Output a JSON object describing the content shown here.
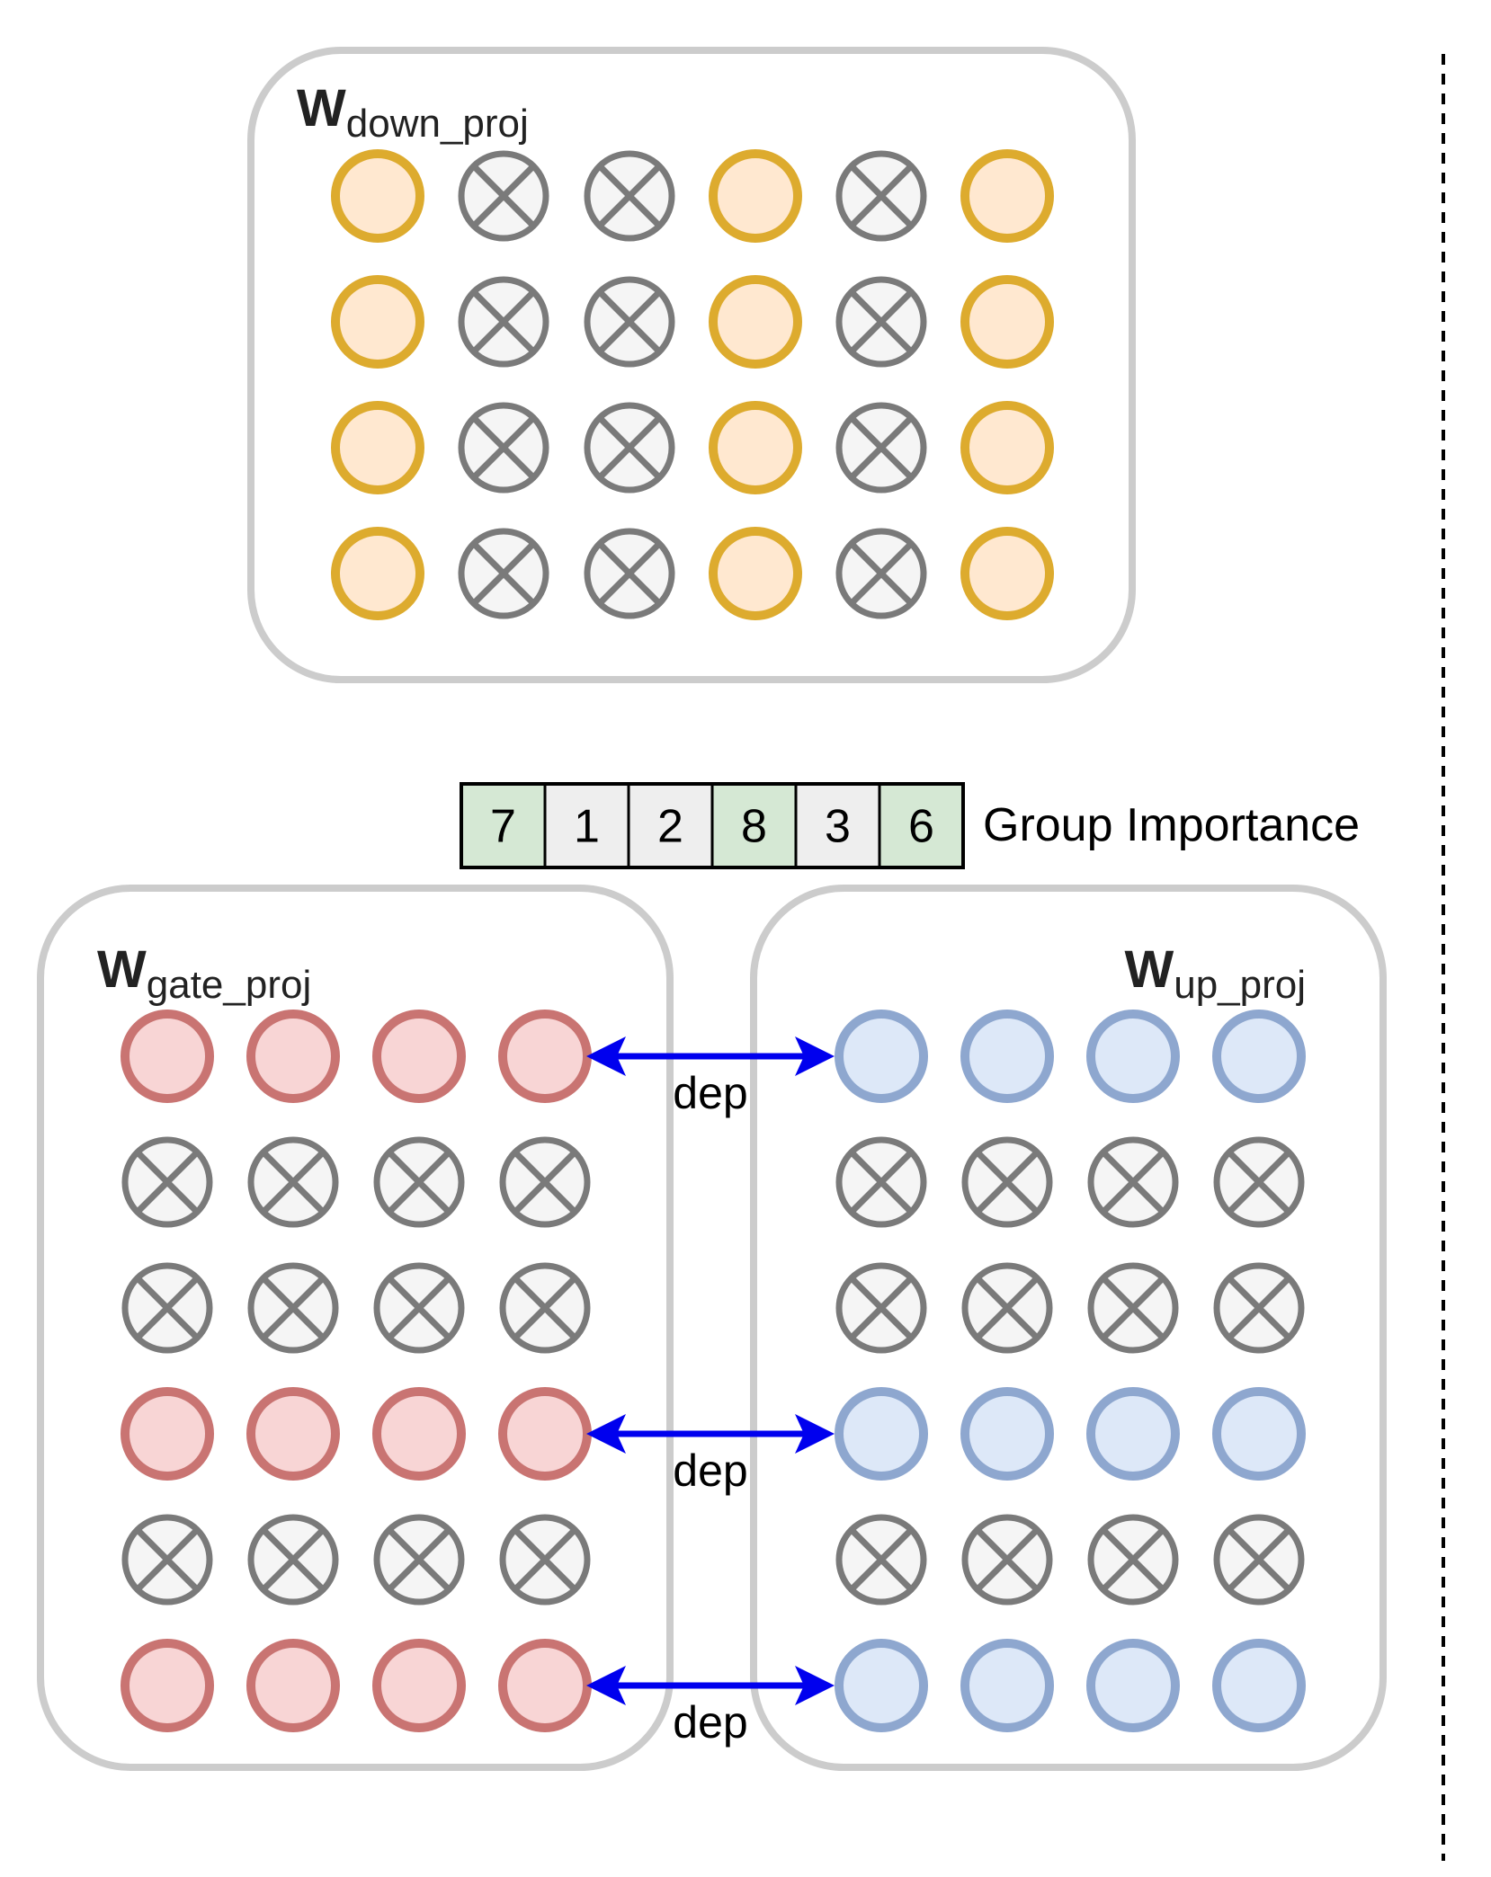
{
  "colors": {
    "panel_border": "#cccccc",
    "pruned_stroke": "#7a7a7a",
    "pruned_fill": "#f5f5f5",
    "arrow": "#0000ee",
    "separator": "#000000",
    "kept_cell_fill": "#d5e8d4",
    "pruned_cell_fill": "#eeeeee"
  },
  "panels": {
    "down_proj": {
      "label_main": "W",
      "label_sub": "down_proj",
      "kept_stroke": "#ddab2e",
      "kept_fill": "#ffe8d0",
      "rows": 4,
      "kept_columns": [
        true,
        false,
        false,
        true,
        false,
        true
      ]
    },
    "gate_proj": {
      "label_main": "W",
      "label_sub": "gate_proj",
      "kept_stroke": "#c97472",
      "kept_fill": "#f8d5d5",
      "columns": 4,
      "kept_rows": [
        true,
        false,
        false,
        true,
        false,
        true
      ]
    },
    "up_proj": {
      "label_main": "W",
      "label_sub": "up_proj",
      "kept_stroke": "#8ea7cf",
      "kept_fill": "#dde8f8",
      "columns": 4,
      "kept_rows": [
        true,
        false,
        false,
        true,
        false,
        true
      ]
    }
  },
  "group_importance": {
    "label": "Group Importance",
    "values": [
      "7",
      "1",
      "2",
      "8",
      "3",
      "6"
    ],
    "kept": [
      true,
      false,
      false,
      true,
      false,
      true
    ]
  },
  "dependencies": [
    {
      "label": "dep",
      "row": 0
    },
    {
      "label": "dep",
      "row": 3
    },
    {
      "label": "dep",
      "row": 5
    }
  ]
}
